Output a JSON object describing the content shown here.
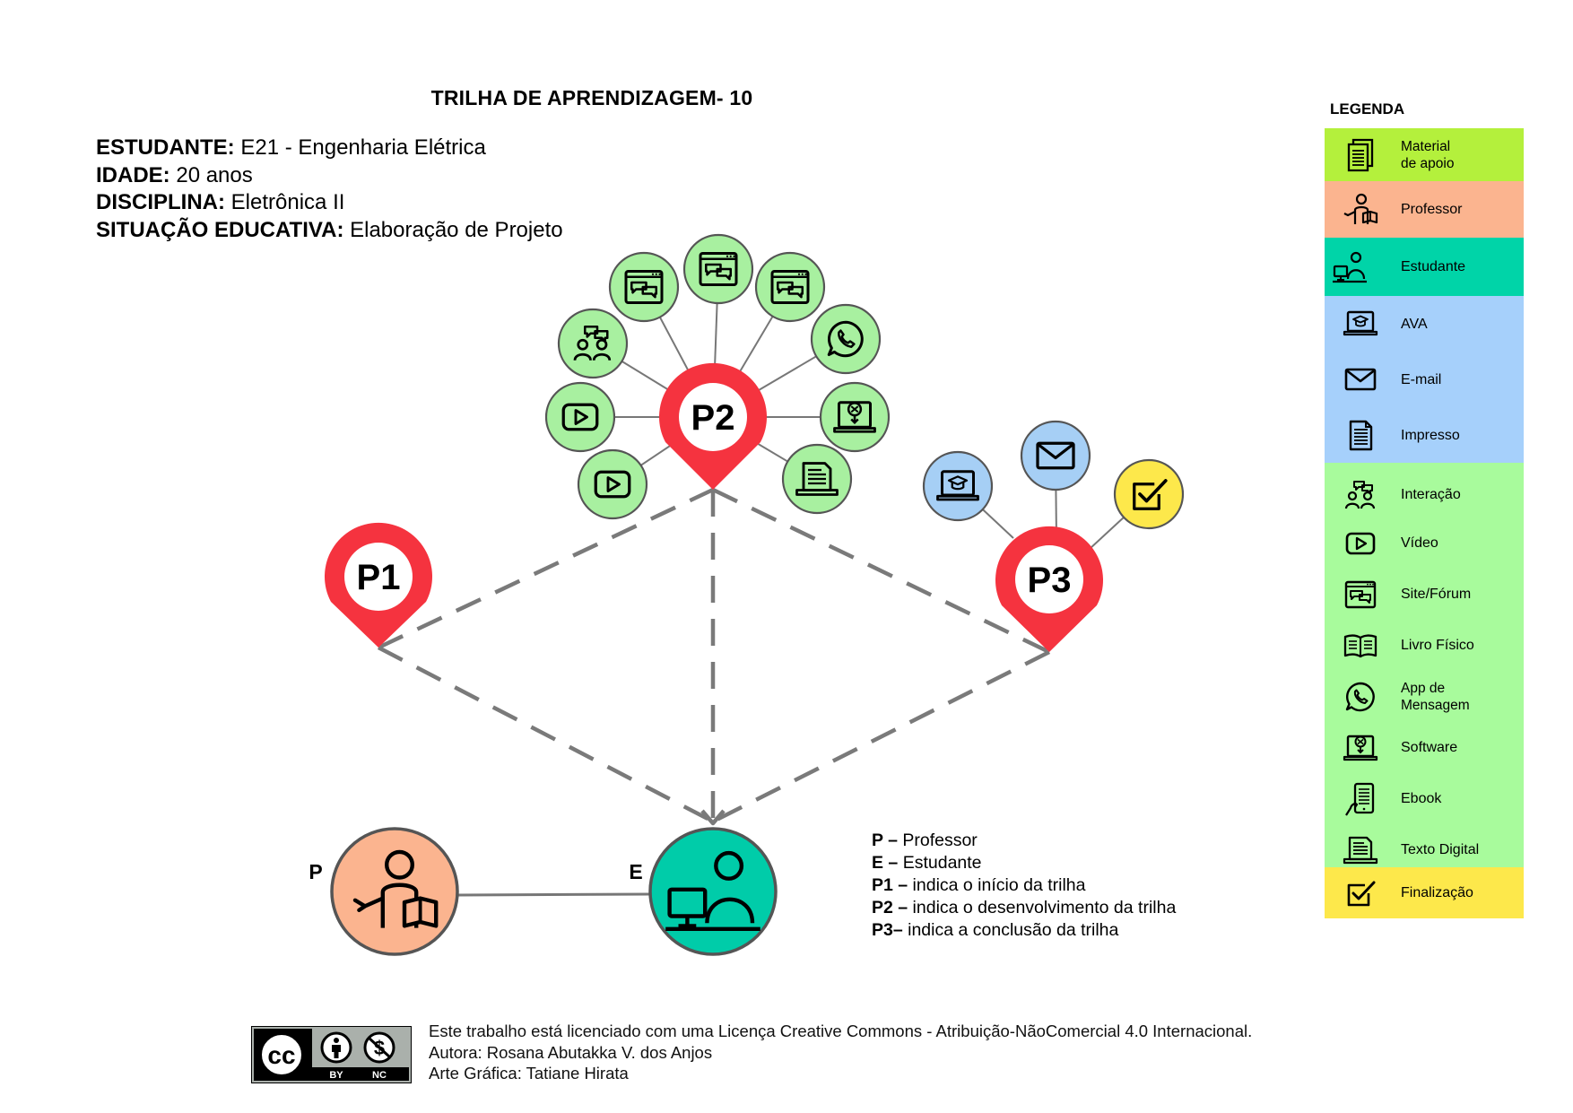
{
  "title": "TRILHA DE APRENDIZAGEM- 10",
  "info": [
    {
      "label": "ESTUDANTE:",
      "value": "E21 - Engenharia Elétrica"
    },
    {
      "label": "IDADE:",
      "value": "20 anos"
    },
    {
      "label": "DISCIPLINA:",
      "value": "Eletrônica II"
    },
    {
      "label": "SITUAÇÃO EDUCATIVA:",
      "value": "Elaboração de Projeto"
    }
  ],
  "pins": {
    "p1": "P1",
    "p2": "P2",
    "p3": "P3"
  },
  "nodes": {
    "professor_letter": "P",
    "student_letter": "E"
  },
  "p2_resources": [
    "interaction-icon",
    "video-icon",
    "video-icon",
    "site-forum-icon",
    "site-forum-icon",
    "site-forum-icon",
    "whatsapp-icon",
    "software-icon",
    "texto-digital-icon"
  ],
  "p3_resources": [
    "ava-icon",
    "email-icon",
    "finalizacao-icon"
  ],
  "notes": [
    {
      "key": "P –",
      "text": "Professor"
    },
    {
      "key": "E –",
      "text": "Estudante"
    },
    {
      "key": "P1 –",
      "text": "indica o início da trilha"
    },
    {
      "key": "P2 –",
      "text": "indica o desenvolvimento da trilha"
    },
    {
      "key": "P3–",
      "text": "indica a conclusão da trilha"
    }
  ],
  "legend": {
    "title": "LEGENDA",
    "items": [
      {
        "label": "Material\nde apoio",
        "icon": "material-apoio-icon"
      },
      {
        "label": "Professor",
        "icon": "professor-icon"
      },
      {
        "label": "Estudante",
        "icon": "estudante-icon"
      },
      {
        "label": "AVA",
        "icon": "ava-icon"
      },
      {
        "label": "E-mail",
        "icon": "email-icon"
      },
      {
        "label": "Impresso",
        "icon": "impresso-icon"
      },
      {
        "label": "Interação",
        "icon": "interaction-icon"
      },
      {
        "label": "Vídeo",
        "icon": "video-icon"
      },
      {
        "label": "Site/Fórum",
        "icon": "site-forum-icon"
      },
      {
        "label": "Livro Físico",
        "icon": "livro-fisico-icon"
      },
      {
        "label": "App de\nMensagem",
        "icon": "whatsapp-icon"
      },
      {
        "label": "Software",
        "icon": "software-icon"
      },
      {
        "label": "Ebook",
        "icon": "ebook-icon"
      },
      {
        "label": "Texto Digital",
        "icon": "texto-digital-icon"
      },
      {
        "label": "Finalização",
        "icon": "finalizacao-icon"
      }
    ]
  },
  "colors": {
    "pin_red": "#f5333f",
    "resource_green": "#a8f0a0",
    "ava_blue": "#a6cff5",
    "finalization_yellow": "#fde84b",
    "professor_orange": "#fbb48f",
    "student_teal": "#00cca9",
    "legend_lime": "#b4f03c",
    "legend_orange": "#fbb48f",
    "legend_teal": "#00d4a8",
    "legend_blue": "#a6d0fb",
    "legend_green": "#a8fb9c",
    "legend_yellow": "#fde84b",
    "dash_gray": "#7a7a7a"
  },
  "footer": {
    "cc_text": "cc",
    "by_text": "BY",
    "nc_text": "NC",
    "license": "Este trabalho está licenciado com uma Licença Creative Commons - Atribuição-NãoComercial 4.0 Internacional.",
    "author": "Autora: Rosana Abutakka V. dos Anjos",
    "art": "Arte Gráfica: Tatiane Hirata"
  }
}
